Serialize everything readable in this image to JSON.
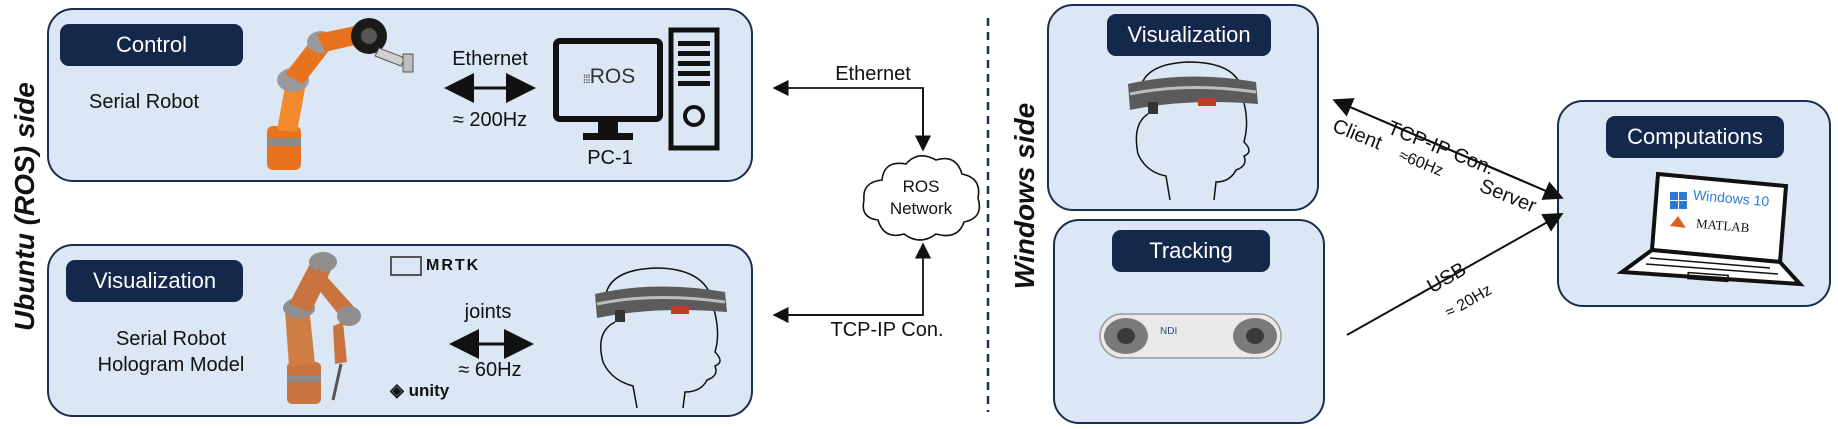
{
  "side_labels": {
    "left": "Ubuntu (ROS) side",
    "right": "Windows side"
  },
  "ros_panel_top": {
    "pill": "Control",
    "desc": "Serial Robot",
    "link_label": "Ethernet",
    "link_rate": "≈ 200Hz",
    "pc_label": "PC-1",
    "monitor_logo": "ROS"
  },
  "ros_panel_bottom": {
    "pill": "Visualization",
    "desc_line1": "Serial Robot",
    "desc_line2": "Hologram Model",
    "link_label": "joints",
    "link_rate": "≈ 60Hz",
    "mrtk_logo": "MRTK",
    "unity_logo": "unity"
  },
  "network": {
    "cloud_line1": "ROS",
    "cloud_line2": "Network",
    "ethernet_label": "Ethernet",
    "tcp_label": "TCP-IP Con."
  },
  "win_panel_visualization": {
    "pill": "Visualization"
  },
  "win_panel_tracking": {
    "pill": "Tracking",
    "tracker_brand": "NDI"
  },
  "win_panel_computations": {
    "pill": "Computations",
    "screen_line1": "Windows 10",
    "screen_line2": "MATLAB"
  },
  "connections": {
    "tcp_label": "TCP-IP Con.",
    "client_label": "Client",
    "rate_60": "≈60Hz",
    "server_label": "Server",
    "usb_label": "USB",
    "rate_20": "≈ 20Hz"
  },
  "colors": {
    "panel_fill": "#dbe7f4",
    "panel_border": "#1b2e4e",
    "pill_fill": "#13284b",
    "robot_orange": "#e8731e",
    "divider": "#1b2e4e"
  }
}
